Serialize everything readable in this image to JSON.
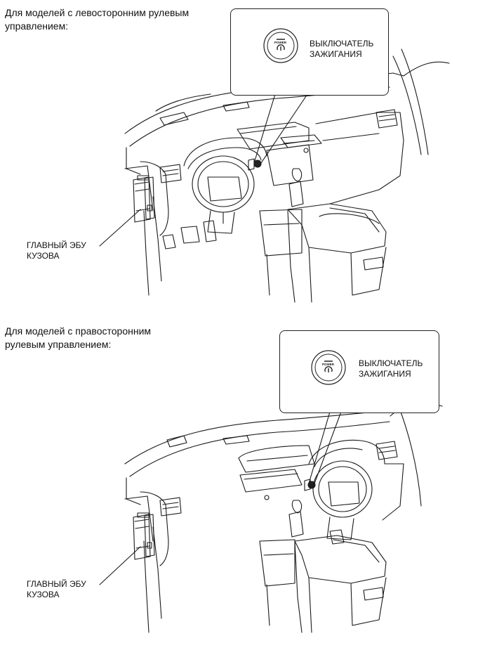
{
  "sections": [
    {
      "heading": "Для моделей с левосторонним рулевым\nуправлением:",
      "switch_label": "ВЫКЛЮЧАТЕЛЬ\nЗАЖИГАНИЯ",
      "ecu_label": "ГЛАВНЫЙ ЭБУ\nКУЗОВА",
      "button_text": "POWER"
    },
    {
      "heading": "Для моделей с правосторонним\nрулевым управлением:",
      "switch_label": "ВЫКЛЮЧАТЕЛЬ\nЗАЖИГАНИЯ",
      "ecu_label": "ГЛАВНЫЙ ЭБУ\nКУЗОВА",
      "button_text": "POWER"
    }
  ]
}
